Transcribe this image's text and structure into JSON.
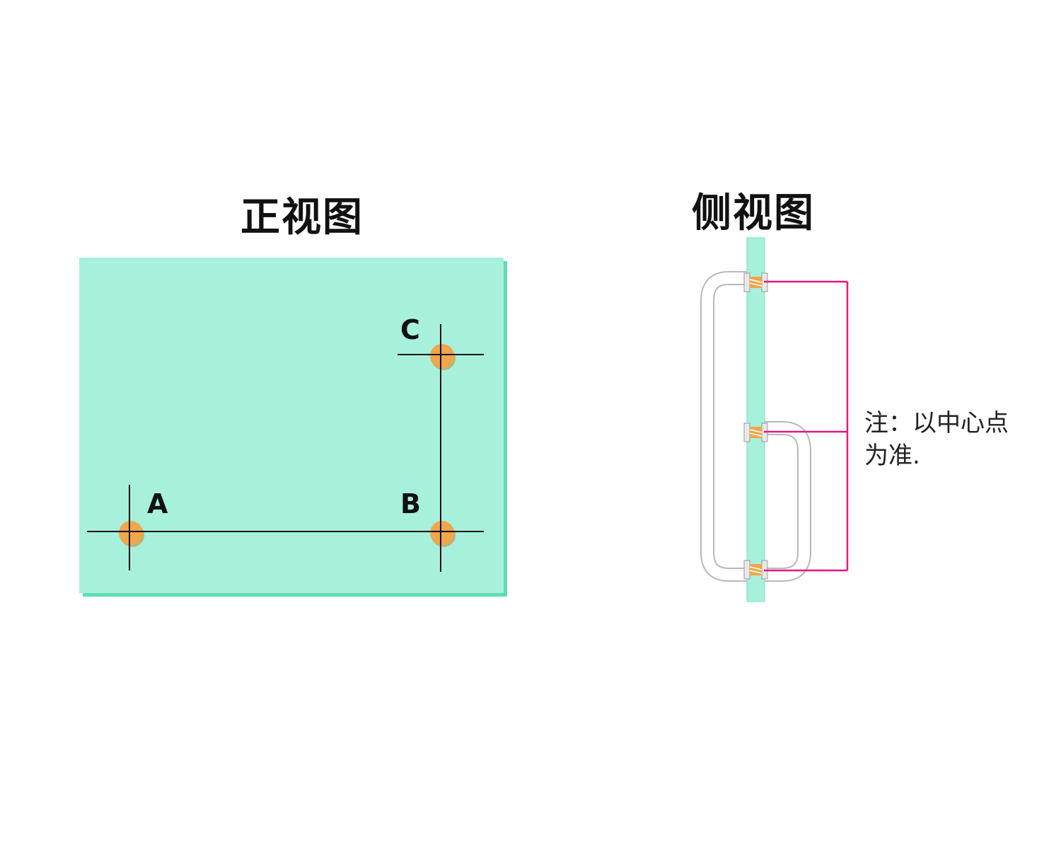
{
  "front_view": {
    "title": "正视图",
    "points": [
      {
        "id": "A",
        "label": "A"
      },
      {
        "id": "B",
        "label": "B"
      },
      {
        "id": "C",
        "label": "C"
      }
    ]
  },
  "side_view": {
    "title": "侧视图",
    "note_line1": "注：以中心点",
    "note_line2": "为准."
  },
  "colors": {
    "glass": "#a7f0dc",
    "glass_edge": "#5fdcb4",
    "hole": "#f0a64a",
    "guide_line": "#111111",
    "dimension": "#e8177f"
  }
}
